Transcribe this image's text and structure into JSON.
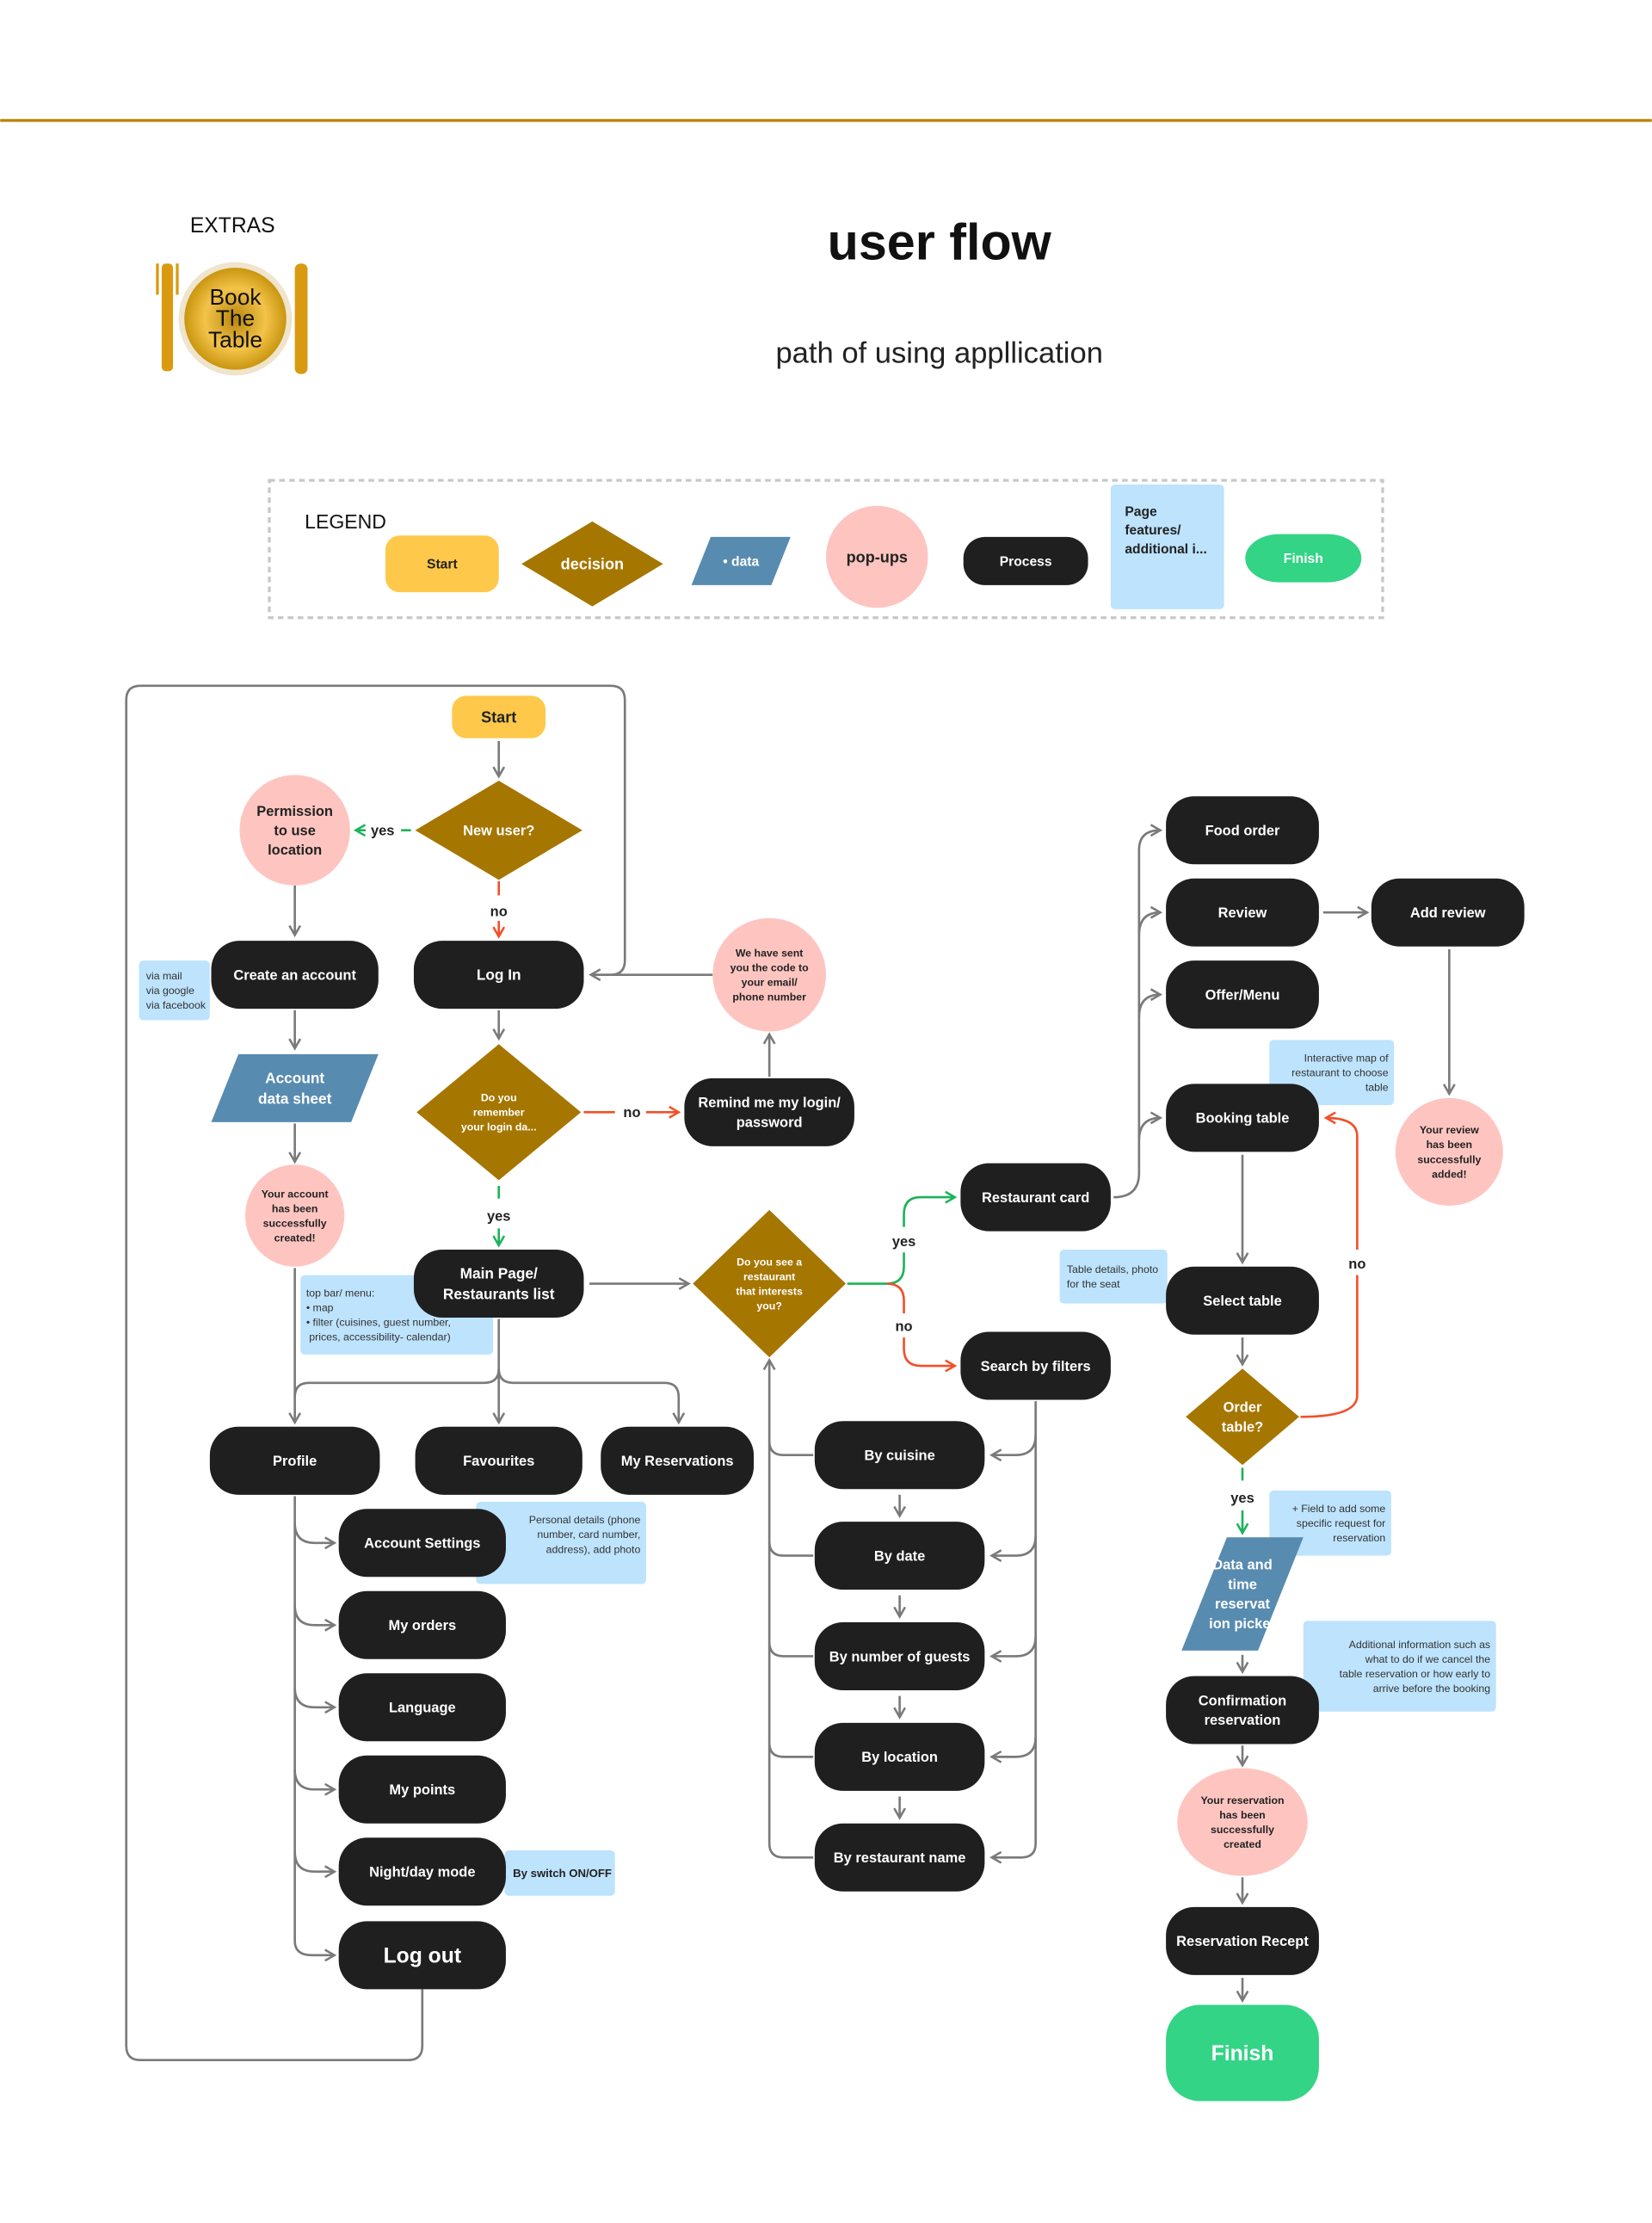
{
  "header": {
    "extras": "EXTRAS",
    "logo_text": "Book The Table",
    "title": "user flow",
    "subtitle": "path of using appllication"
  },
  "colors": {
    "process": "#1f1f1f",
    "decision": "#a57600",
    "data": "#588bb0",
    "popup": "#fec5c0",
    "note": "#bde3fd",
    "start": "#fec84a",
    "finish": "#33d485",
    "accent_line": "#b8860b",
    "arrow": "#7a7a7a",
    "yes": "#1db35a",
    "no": "#f2502a"
  },
  "legend": {
    "title": "LEGEND",
    "items": [
      {
        "id": "start",
        "label": [
          "Start"
        ]
      },
      {
        "id": "decision",
        "label": [
          "decision"
        ]
      },
      {
        "id": "data",
        "label": [
          "• data"
        ]
      },
      {
        "id": "popup",
        "label": [
          "pop-ups"
        ]
      },
      {
        "id": "process",
        "label": [
          "Process"
        ]
      },
      {
        "id": "note",
        "label": [
          "Page",
          "features/",
          "additional i..."
        ]
      },
      {
        "id": "finish",
        "label": [
          "Finish"
        ]
      }
    ]
  },
  "edge_labels": {
    "yes": "yes",
    "no": "no"
  },
  "nodes": {
    "start": {
      "type": "start",
      "lines": [
        "Start"
      ]
    },
    "new_user": {
      "type": "decision",
      "lines": [
        "New user?"
      ]
    },
    "permission": {
      "type": "popup",
      "lines": [
        "Permission",
        "to use",
        "location"
      ]
    },
    "create_account": {
      "type": "process",
      "lines": [
        "Create an account"
      ]
    },
    "note_signup": {
      "type": "note",
      "lines": [
        "via mail",
        "via google",
        "via facebook"
      ]
    },
    "login": {
      "type": "process",
      "lines": [
        "Log In"
      ]
    },
    "remember": {
      "type": "decision",
      "lines": [
        "Do you",
        "remember",
        "your login da..."
      ]
    },
    "remind": {
      "type": "process",
      "lines": [
        "Remind me my login/",
        "password"
      ]
    },
    "sent_code": {
      "type": "popup",
      "lines": [
        "We have sent",
        "you the code to",
        "your email/",
        "phone number"
      ]
    },
    "account_data": {
      "type": "data",
      "lines": [
        "Account",
        "data sheet"
      ]
    },
    "account_created": {
      "type": "popup",
      "lines": [
        "Your account",
        "has been",
        "successfully",
        "created!"
      ]
    },
    "note_topbar": {
      "type": "note",
      "lines": [
        "top bar/ menu:",
        "•  map",
        "•  filter (cuisines, guest number,",
        "    prices, accessibility- calendar)"
      ]
    },
    "main_page": {
      "type": "process",
      "lines": [
        "Main Page/",
        "Restaurants list"
      ]
    },
    "see_restaurant": {
      "type": "decision",
      "lines": [
        "Do you see a",
        "restaurant",
        "that interests",
        "you?"
      ]
    },
    "restaurant_card": {
      "type": "process",
      "lines": [
        "Restaurant card"
      ]
    },
    "search_filters": {
      "type": "process",
      "lines": [
        "Search by filters"
      ]
    },
    "food_order": {
      "type": "process",
      "lines": [
        "Food order"
      ]
    },
    "review": {
      "type": "process",
      "lines": [
        "Review"
      ]
    },
    "offer_menu": {
      "type": "process",
      "lines": [
        "Offer/Menu"
      ]
    },
    "add_review": {
      "type": "process",
      "lines": [
        "Add review"
      ]
    },
    "review_added": {
      "type": "popup",
      "lines": [
        "Your review",
        "has been",
        "successfully",
        "added!"
      ]
    },
    "note_map": {
      "type": "note",
      "lines": [
        "Interactive map of",
        "restaurant to choose",
        "table"
      ]
    },
    "booking": {
      "type": "process",
      "lines": [
        "Booking table"
      ]
    },
    "note_table": {
      "type": "note",
      "lines": [
        "Table details, photo",
        "for the seat"
      ]
    },
    "select_table": {
      "type": "process",
      "lines": [
        "Select table"
      ]
    },
    "order_table": {
      "type": "decision",
      "lines": [
        "Order",
        "table?"
      ]
    },
    "note_field": {
      "type": "note",
      "lines": [
        "+ Field to add some",
        "specific request for",
        "reservation"
      ]
    },
    "data_time": {
      "type": "data",
      "lines": [
        "Data and",
        "time",
        "reservat",
        "ion picker"
      ]
    },
    "note_additional": {
      "type": "note",
      "lines": [
        "Additional information such as",
        "what to do if we cancel the",
        "table reservation or how early to",
        "arrive before the booking"
      ]
    },
    "confirmation": {
      "type": "process",
      "lines": [
        "Confirmation",
        "reservation"
      ]
    },
    "res_created": {
      "type": "popup",
      "lines": [
        "Your reservation",
        "has been",
        "successfully",
        "created"
      ]
    },
    "receipt": {
      "type": "process",
      "lines": [
        "Reservation Recept"
      ]
    },
    "finish": {
      "type": "finish",
      "lines": [
        "Finish"
      ]
    },
    "profile": {
      "type": "process",
      "lines": [
        "Profile"
      ]
    },
    "favourites": {
      "type": "process",
      "lines": [
        "Favourites"
      ]
    },
    "my_reservations": {
      "type": "process",
      "lines": [
        "My Reservations"
      ]
    },
    "note_personal": {
      "type": "note",
      "lines": [
        "Personal details (phone",
        "number, card number,",
        "address), add photo"
      ]
    },
    "account_settings": {
      "type": "process",
      "lines": [
        "Account Settings"
      ]
    },
    "my_orders": {
      "type": "process",
      "lines": [
        "My orders"
      ]
    },
    "language": {
      "type": "process",
      "lines": [
        "Language"
      ]
    },
    "my_points": {
      "type": "process",
      "lines": [
        "My points"
      ]
    },
    "note_switch": {
      "type": "note",
      "lines": [
        "By switch ON/OFF"
      ]
    },
    "night_day": {
      "type": "process",
      "lines": [
        "Night/day mode"
      ]
    },
    "logout": {
      "type": "process",
      "lines": [
        "Log out"
      ]
    },
    "by_cuisine": {
      "type": "process",
      "lines": [
        "By cuisine"
      ]
    },
    "by_date": {
      "type": "process",
      "lines": [
        "By date"
      ]
    },
    "by_guests": {
      "type": "process",
      "lines": [
        "By number of guests"
      ]
    },
    "by_location": {
      "type": "process",
      "lines": [
        "By location"
      ]
    },
    "by_name": {
      "type": "process",
      "lines": [
        "By restaurant name"
      ]
    }
  }
}
